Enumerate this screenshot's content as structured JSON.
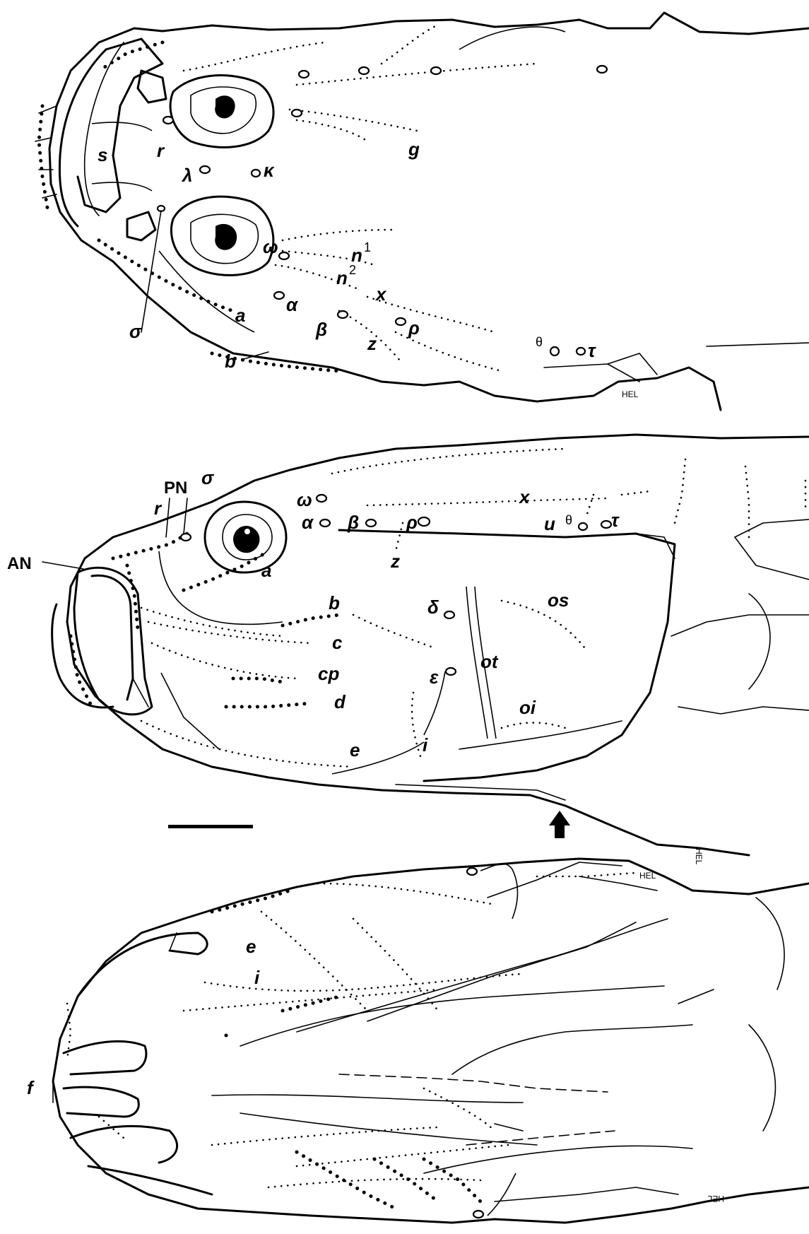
{
  "figure": {
    "dorsal": {
      "labels": {
        "g": "g",
        "r": "r",
        "s": "s",
        "lambda": "λ",
        "kappa": "κ",
        "omega": "ω",
        "n1": "n",
        "n1_sup": "1",
        "n2": "n",
        "n2_sup": "2",
        "x": "x",
        "alpha": "α",
        "a": "a",
        "beta": "β",
        "rho": "ρ",
        "z": "z",
        "sigma": "σ",
        "b": "b",
        "theta": "θ",
        "tau": "τ"
      },
      "signature": "HEL"
    },
    "lateral": {
      "labels": {
        "PN": "PN",
        "sigma": "σ",
        "r": "r",
        "AN": "AN",
        "omega": "ω",
        "x": "x",
        "alpha": "α",
        "beta": "β",
        "rho": "ρ",
        "u": "u",
        "theta": "θ",
        "tau": "τ",
        "a": "a",
        "z": "z",
        "b": "b",
        "delta": "δ",
        "os": "os",
        "c": "c",
        "ot": "ot",
        "cp": "cp",
        "epsilon": "ε",
        "d": "d",
        "oi": "oi",
        "e": "e",
        "i": "i"
      },
      "signature": "HEL"
    },
    "ventral": {
      "labels": {
        "e": "e",
        "i": "i",
        "f": "f"
      },
      "signature": "HEL"
    },
    "scale_bar": "",
    "arrow": "arrow-up-icon"
  }
}
